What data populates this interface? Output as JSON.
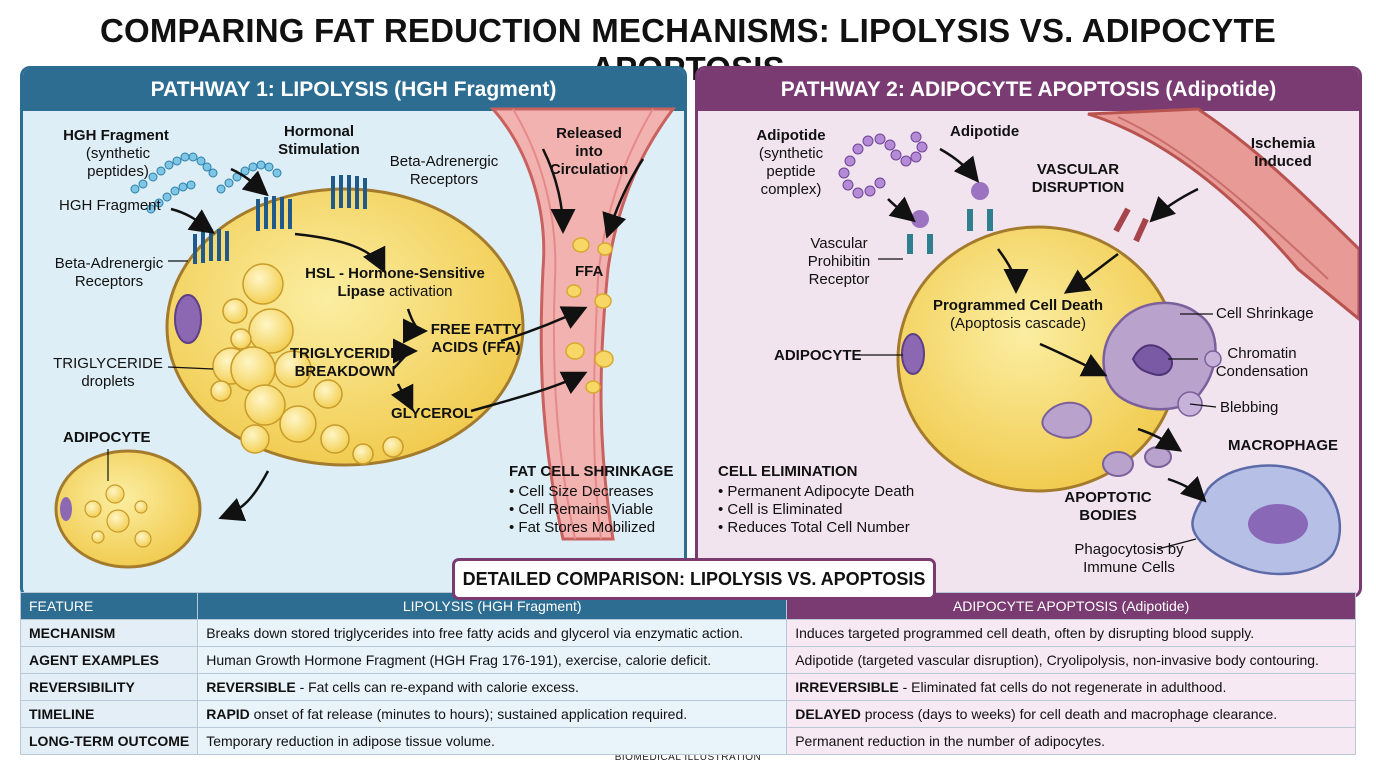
{
  "title": "COMPARING FAT REDUCTION MECHANISMS: LIPOLYSIS VS. ADIPOCYTE APOPTOSIS",
  "colors": {
    "pathway1": "#2d6d92",
    "pathway2": "#7a3b73",
    "fat_cell": "#f7dc6f",
    "vessel": "#e58a8a"
  },
  "pathway1": {
    "header": "PATHWAY 1: LIPOLYSIS (HGH Fragment)",
    "hgh_fragment_title": "HGH Fragment",
    "hgh_fragment_sub": "(synthetic peptides)",
    "hormonal_stimulation": "Hormonal Stimulation",
    "beta_receptors_top": "Beta-Adrenergic Receptors",
    "hgh_fragment_label": "HGH Fragment",
    "beta_receptors_left": "Beta-Adrenergic Receptors",
    "hsl_bold": "HSL - Hormone-Sensitive Lipase",
    "hsl_rest": "activation",
    "triglyceride_droplets": "TRIGLYCERIDE droplets",
    "triglyceride_breakdown": "TRIGLYCERIDE BREAKDOWN",
    "free_fatty_acids": "FREE FATTY ACIDS (FFA)",
    "glycerol": "GLYCEROL",
    "released": "Released into Circulation",
    "ffa": "FFA",
    "adipocyte": "ADIPOCYTE",
    "shrinkage_title": "FAT CELL SHRINKAGE",
    "shrinkage_items": [
      "• Cell Size Decreases",
      "• Cell Remains Viable",
      "• Fat Stores Mobilized"
    ]
  },
  "pathway2": {
    "header": "PATHWAY 2: ADIPOCYTE APOPTOSIS (Adipotide)",
    "adipotide_title": "Adipotide",
    "adipotide_sub": "(synthetic peptide complex)",
    "adipotide_label": "Adipotide",
    "vascular_disruption": "VASCULAR DISRUPTION",
    "ischemia": "Ischemia Induced",
    "receptor": "Vascular Prohibitin Receptor",
    "programmed_bold": "Programmed Cell Death",
    "programmed_sub": "(Apoptosis cascade)",
    "adipocyte": "ADIPOCYTE",
    "cell_shrinkage": "Cell Shrinkage",
    "chromatin": "Chromatin Condensation",
    "blebbing": "Blebbing",
    "macrophage": "MACROPHAGE",
    "apoptotic_bodies": "APOPTOTIC BODIES",
    "phagocytosis": "Phagocytosis by Immune Cells",
    "elimination_title": "CELL ELIMINATION",
    "elimination_items": [
      "• Permanent Adipocyte Death",
      "• Cell is Eliminated",
      "• Reduces Total Cell Number"
    ]
  },
  "comparison": {
    "title": "DETAILED COMPARISON: LIPOLYSIS VS. APOPTOSIS",
    "headers": [
      "FEATURE",
      "LIPOLYSIS (HGH Fragment)",
      "ADIPOCYTE APOPTOSIS (Adipotide)"
    ],
    "rows": [
      {
        "feature": "MECHANISM",
        "lipolysis_bold": "",
        "lipolysis": "Breaks down stored triglycerides into free fatty acids and glycerol via enzymatic action.",
        "apoptosis_bold": "",
        "apoptosis": "Induces targeted programmed cell death, often by disrupting blood supply."
      },
      {
        "feature": "AGENT EXAMPLES",
        "lipolysis_bold": "",
        "lipolysis": "Human Growth Hormone Fragment (HGH Frag 176-191), exercise, calorie deficit.",
        "apoptosis_bold": "",
        "apoptosis": "Adipotide (targeted vascular disruption), Cryolipolysis, non-invasive body contouring."
      },
      {
        "feature": "REVERSIBILITY",
        "lipolysis_bold": "REVERSIBLE",
        "lipolysis": " - Fat cells can re-expand with calorie excess.",
        "apoptosis_bold": "IRREVERSIBLE",
        "apoptosis": " - Eliminated fat cells do not regenerate in adulthood."
      },
      {
        "feature": "TIMELINE",
        "lipolysis_bold": "RAPID",
        "lipolysis": " onset of fat release (minutes to hours); sustained application required.",
        "apoptosis_bold": "DELAYED",
        "apoptosis": " process (days to weeks) for cell death and macrophage clearance."
      },
      {
        "feature": "LONG-TERM OUTCOME",
        "lipolysis_bold": "",
        "lipolysis": "Temporary reduction in adipose tissue volume.",
        "apoptosis_bold": "",
        "apoptosis": "Permanent reduction in the number of adipocytes."
      }
    ]
  },
  "footer": "BIOMEDICAL ILLUSTRATION"
}
